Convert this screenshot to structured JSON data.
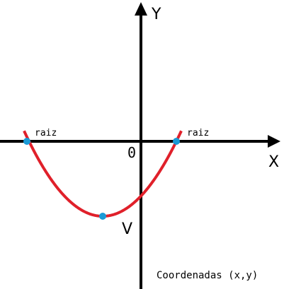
{
  "axes": {
    "x_label": "X",
    "y_label": "Y",
    "origin_label": "0"
  },
  "points": {
    "root_label": "raiz",
    "vertex_label": "V"
  },
  "caption": "Coordenadas (x,y)",
  "colors": {
    "axis": "#000000",
    "curve": "#e0202a",
    "point": "#1a9ad6",
    "background": "#ffffff"
  }
}
